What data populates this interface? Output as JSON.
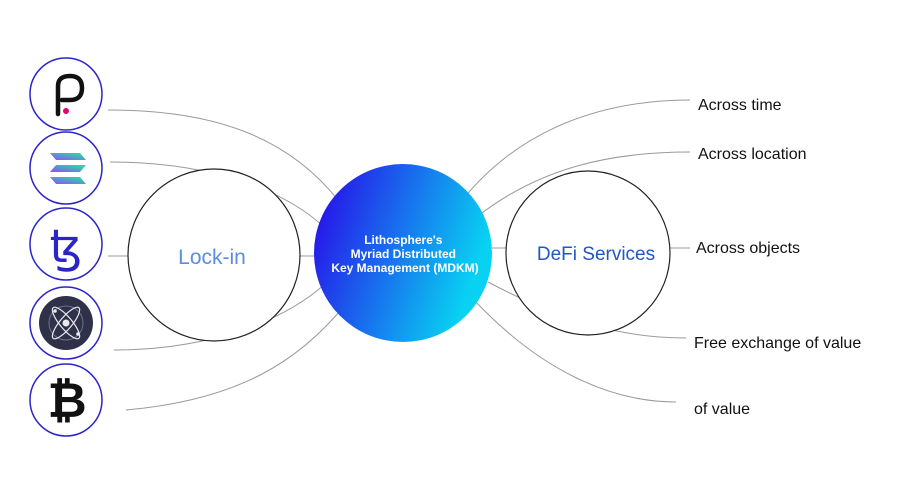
{
  "center": {
    "lines": [
      "Lithosphere's",
      "Myriad Distributed",
      "Key Management (MDKM)"
    ],
    "gradient_start": "#2a00e8",
    "gradient_end": "#08d2f2"
  },
  "left_circle_label": "Lock-in",
  "right_circle_label": "DeFi Services",
  "left_circle_label_color": "#5b8de0",
  "right_circle_label_color": "#1f56c8",
  "right_items": [
    "Across time",
    "Across location",
    "Across objects",
    "Free exchange of value",
    "of value"
  ],
  "chains": [
    {
      "icon": "polkadot-icon"
    },
    {
      "icon": "solana-icon"
    },
    {
      "icon": "tezos-icon"
    },
    {
      "icon": "cosmos-icon"
    },
    {
      "icon": "bitcoin-icon"
    }
  ],
  "colors": {
    "icon_ring": "#2b25c9",
    "connector": "#9a9a9a",
    "circle_stroke": "#222222",
    "polkadot_accent": "#e6007a",
    "solana_gradient_start": "#9945ff",
    "solana_gradient_end": "#14f195",
    "cosmos_bg": "#2e3148"
  }
}
